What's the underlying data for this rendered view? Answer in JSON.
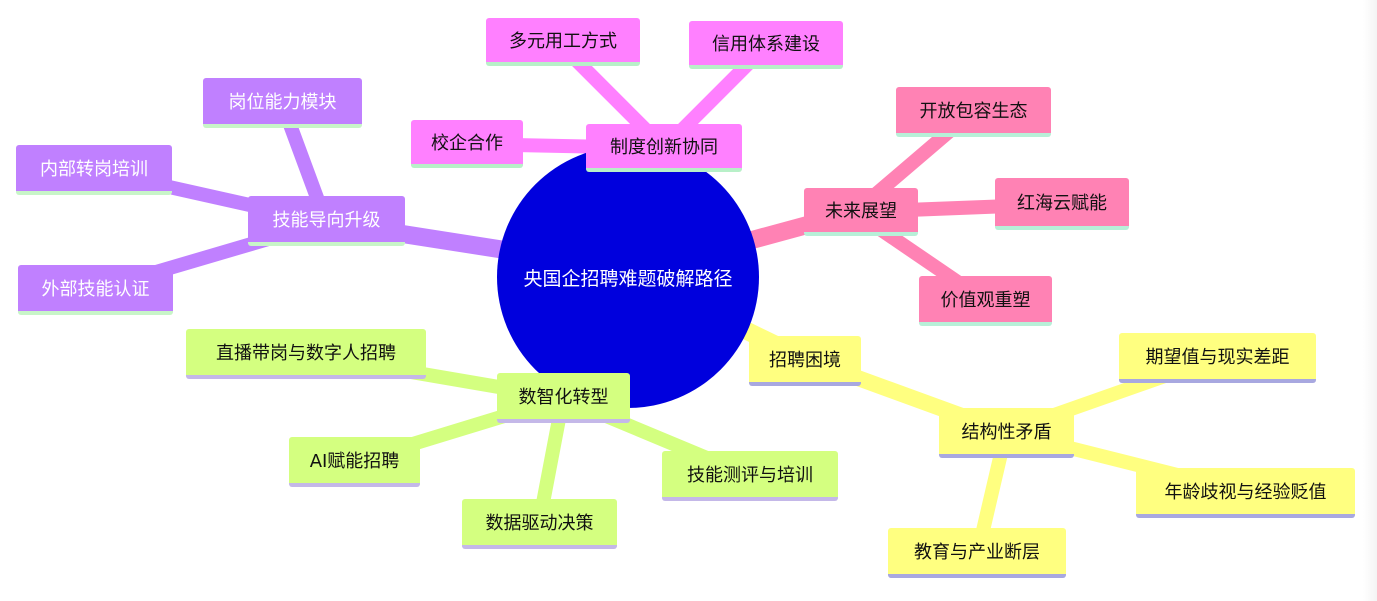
{
  "center": "央国企招聘难题破解路径",
  "branches": {
    "system": {
      "label": "制度创新协同",
      "children": [
        "多元用工方式",
        "信用体系建设",
        "校企合作"
      ]
    },
    "future": {
      "label": "未来展望",
      "children": [
        "开放包容生态",
        "红海云赋能",
        "价值观重塑"
      ]
    },
    "skills": {
      "label": "技能导向升级",
      "children": [
        "岗位能力模块",
        "内部转岗培训",
        "外部技能认证"
      ]
    },
    "digital": {
      "label": "数智化转型",
      "children": [
        "直播带岗与数字人招聘",
        "AI赋能招聘",
        "数据驱动决策",
        "技能测评与培训"
      ]
    },
    "dilemma": {
      "label": "招聘困境",
      "sub": {
        "label": "结构性矛盾",
        "children": [
          "期望值与现实差距",
          "年龄歧视与经验贬值",
          "教育与产业断层"
        ]
      }
    }
  },
  "colors": {
    "center": "#0000dd",
    "system": "#ff80ff",
    "future": "#ff82b4",
    "skills": "#c080ff",
    "digital": "#d4ff80",
    "dilemma": "#ffff80"
  }
}
